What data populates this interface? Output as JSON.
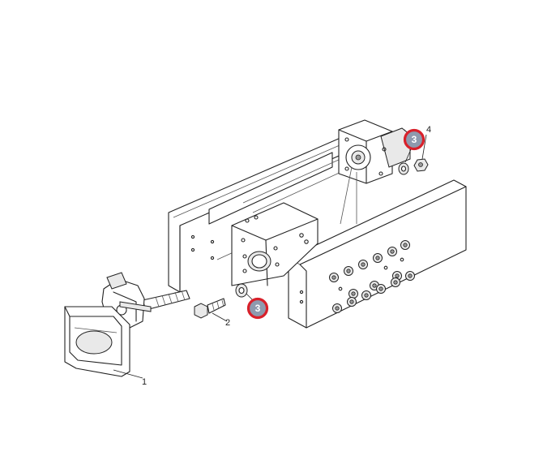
{
  "callouts": {
    "c1": "1",
    "c2": "2",
    "c4": "4"
  },
  "hotspots": {
    "upper": "3",
    "lower": "3"
  },
  "colors": {
    "hotspot_ring": "#d8202a",
    "hotspot_fill": "#8e9aae",
    "line": "#222222"
  }
}
